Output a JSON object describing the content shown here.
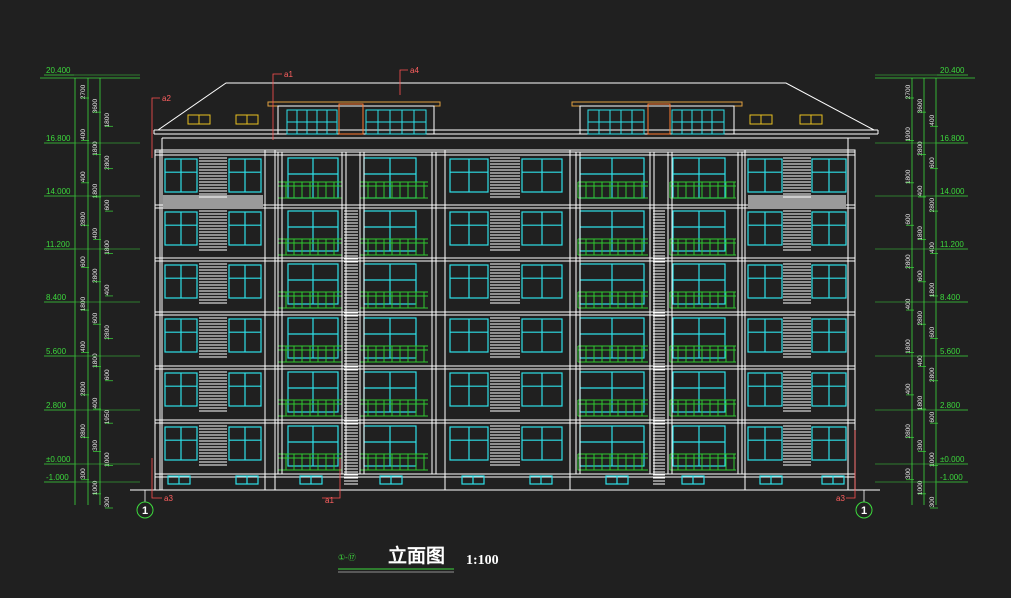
{
  "levels": [
    "20.400",
    "16.800",
    "14.000",
    "11.200",
    "8.400",
    "5.600",
    "2.800",
    "±0.000",
    "-1.000"
  ],
  "dims_left": [
    "2700",
    "3600",
    "1800",
    "400",
    "1800",
    "2800",
    "400",
    "1800",
    "600",
    "2800",
    "400",
    "1800",
    "600",
    "2800",
    "400",
    "1800",
    "600",
    "2800",
    "400",
    "1800",
    "600",
    "2800",
    "400",
    "1950",
    "2800",
    "300",
    "1000",
    "300",
    "1000",
    "300"
  ],
  "dims_right": [
    "2700",
    "3600",
    "400",
    "1900",
    "2800",
    "600",
    "1800",
    "400",
    "2800",
    "600",
    "1800",
    "400",
    "2800",
    "600",
    "1800",
    "400",
    "2800",
    "600",
    "1800",
    "400",
    "2800",
    "400",
    "1800",
    "600",
    "2800",
    "300",
    "1000",
    "300",
    "1000",
    "300"
  ],
  "tags": {
    "a1": "a1",
    "a2": "a2",
    "a3": "a3",
    "a4": "a4"
  },
  "axis_marker": "1",
  "title": {
    "axis_range": "①-⑰",
    "name": "立面图",
    "scale": "1:100"
  },
  "colors": {
    "background": "#202020",
    "lines": "#ffffff",
    "glazing": "#2ee0e8",
    "railing": "#2fc82f",
    "dimension": "#3cd83c",
    "tag": "#ff5050",
    "roof_vent": "#ff7a30"
  }
}
